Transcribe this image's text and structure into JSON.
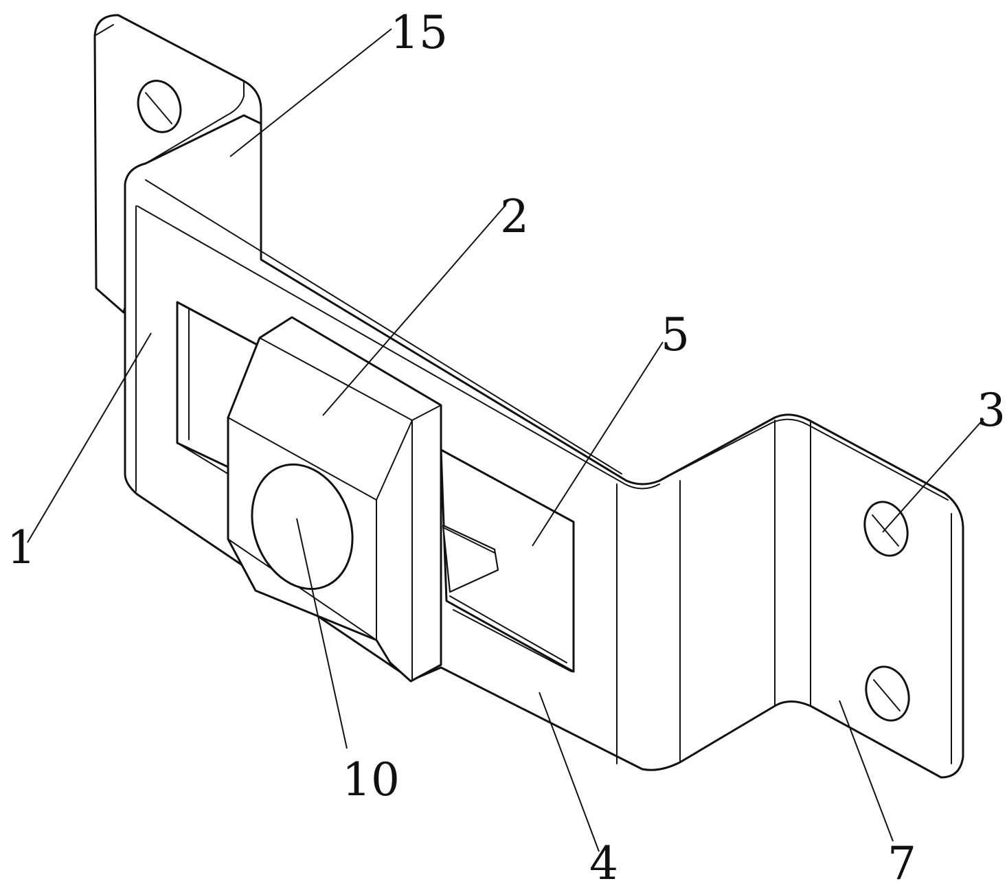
{
  "reference_numerals": {
    "n15": "15",
    "n2": "2",
    "n5": "5",
    "n3": "3",
    "n1": "1",
    "n10": "10",
    "n4": "4",
    "n7": "7"
  },
  "colors": {
    "line": "#111111",
    "background": "#ffffff"
  }
}
